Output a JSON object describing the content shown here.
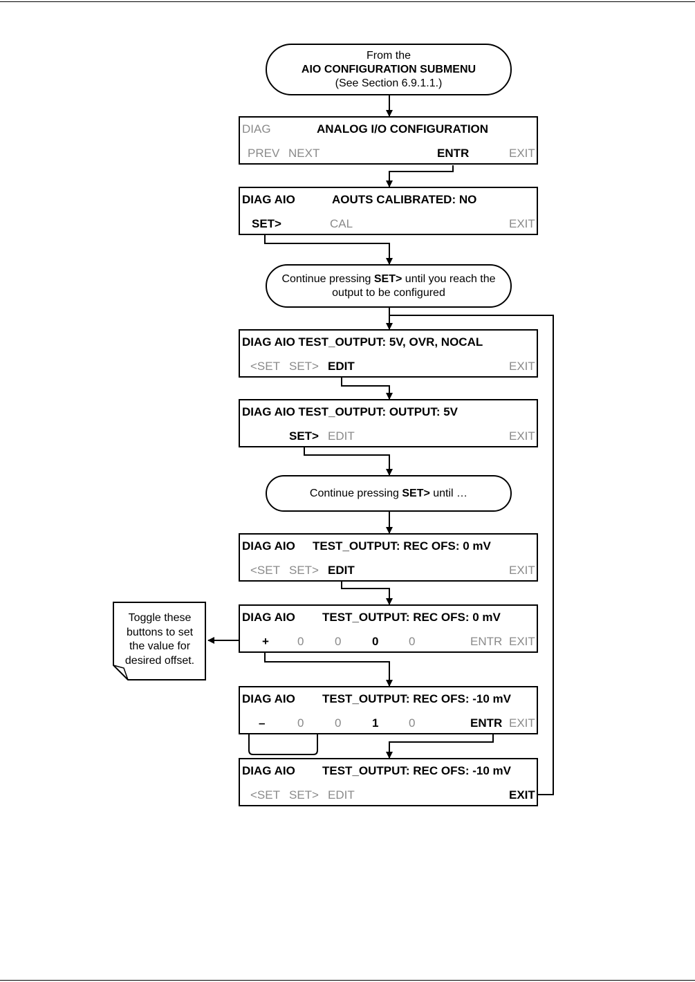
{
  "start": {
    "line1": "From the",
    "line2": "AIO CONFIGURATION SUBMENU",
    "line3": "(See Section 6.9.1.1.)"
  },
  "screen1": {
    "label": "DIAG",
    "title": "ANALOG I/O CONFIGURATION",
    "keys": {
      "prev": "PREV",
      "next": "NEXT",
      "entr": "ENTR",
      "exit": "EXIT"
    }
  },
  "screen2": {
    "label": "DIAG AIO",
    "title": "AOUTS CALIBRATED: NO",
    "keys": {
      "set": "SET>",
      "cal": "CAL",
      "exit": "EXIT"
    }
  },
  "note1": {
    "before": "Continue pressing ",
    "bold": "SET>",
    "after": " until you reach the",
    "line2": "output to be configured"
  },
  "screen3": {
    "title": "DIAG AIO TEST_OUTPUT: 5V, OVR, NOCAL",
    "keys": {
      "prev_set": "<SET",
      "next_set": "SET>",
      "edit": "EDIT",
      "exit": "EXIT"
    }
  },
  "screen4": {
    "title": "DIAG AIO  TEST_OUTPUT: OUTPUT: 5V",
    "keys": {
      "next_set": "SET>",
      "edit": "EDIT",
      "exit": "EXIT"
    }
  },
  "note2": {
    "before": "Continue pressing ",
    "bold": "SET>",
    "after": " until …"
  },
  "screen5": {
    "label": "DIAG AIO",
    "title": "TEST_OUTPUT: REC OFS: 0 mV",
    "keys": {
      "prev_set": "<SET",
      "next_set": "SET>",
      "edit": "EDIT",
      "exit": "EXIT"
    }
  },
  "screen6": {
    "label": "DIAG AIO",
    "title": "TEST_OUTPUT: REC OFS: 0 mV",
    "keys": {
      "sign": "+",
      "d1": "0",
      "d2": "0",
      "d3": "0",
      "d4": "0",
      "entr": "ENTR",
      "exit": "EXIT"
    }
  },
  "screen7": {
    "label": "DIAG AIO",
    "title": "TEST_OUTPUT: REC OFS: -10 mV",
    "keys": {
      "sign": "–",
      "d1": "0",
      "d2": "0",
      "d3": "1",
      "d4": "0",
      "entr": "ENTR",
      "exit": "EXIT"
    }
  },
  "screen8": {
    "label": "DIAG AIO",
    "title": "TEST_OUTPUT: REC OFS: -10 mV",
    "keys": {
      "prev_set": "<SET",
      "next_set": "SET>",
      "edit": "EDIT",
      "exit": "EXIT"
    }
  },
  "side_note": {
    "lines": [
      "Toggle these",
      "buttons to set",
      "the value for",
      "desired offset."
    ]
  },
  "colors": {
    "active": "#000000",
    "inactive": "#8a8a8a"
  }
}
